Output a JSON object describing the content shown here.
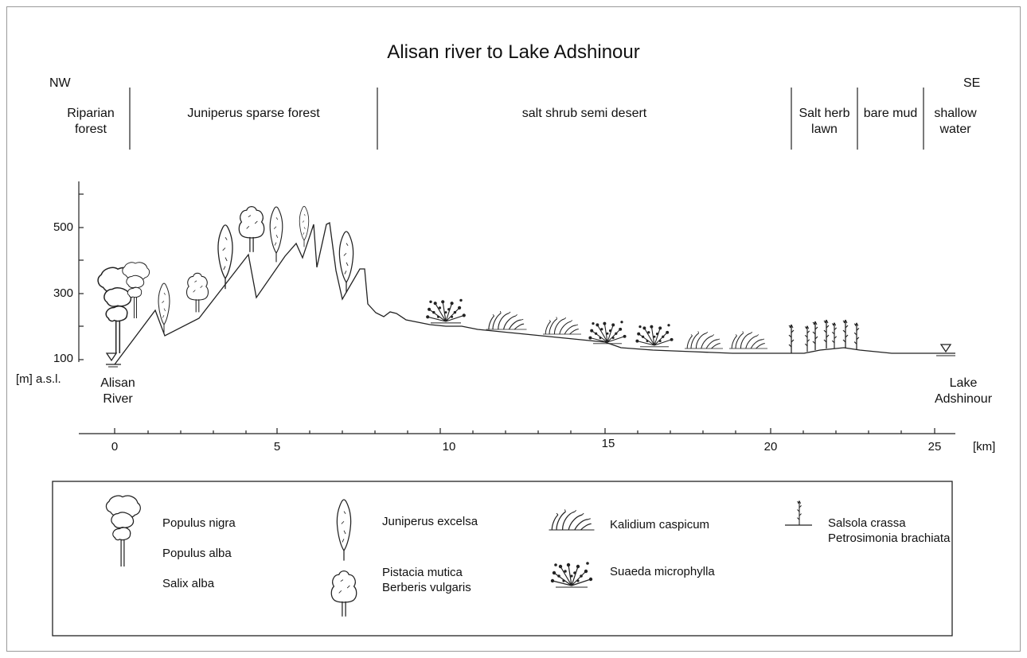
{
  "title": "Alisan river to Lake Adshinour",
  "directions": {
    "left": "NW",
    "right": "SE"
  },
  "zones": [
    {
      "line1": "Riparian",
      "line2": "forest"
    },
    {
      "line1": "Juniperus sparse forest",
      "line2": ""
    },
    {
      "line1": "salt shrub semi desert",
      "line2": ""
    },
    {
      "line1": "Salt herb",
      "line2": "lawn"
    },
    {
      "line1": "bare mud",
      "line2": ""
    },
    {
      "line1": "shallow",
      "line2": "water"
    }
  ],
  "y_axis": {
    "ticks": [
      "100",
      "300",
      "500"
    ],
    "unit": "[m] a.s.l."
  },
  "x_axis": {
    "ticks": [
      "0",
      "5",
      "10",
      "15",
      "20",
      "25"
    ],
    "unit": "[km]"
  },
  "endpoints": {
    "start": {
      "line1": "Alisan",
      "line2": "River"
    },
    "end": {
      "line1": "Lake",
      "line2": "Adshinour"
    }
  },
  "legend": {
    "populus": [
      "Populus nigra",
      "Populus alba",
      "Salix alba"
    ],
    "juniperus": "Juniperus excelsa",
    "pistacia": [
      "Pistacia mutica",
      "Berberis vulgaris"
    ],
    "kalidium": "Kalidium caspicum",
    "suaeda": "Suaeda microphylla",
    "salsola": [
      "Salsola crassa",
      "Petrosimonia brachiata"
    ]
  }
}
